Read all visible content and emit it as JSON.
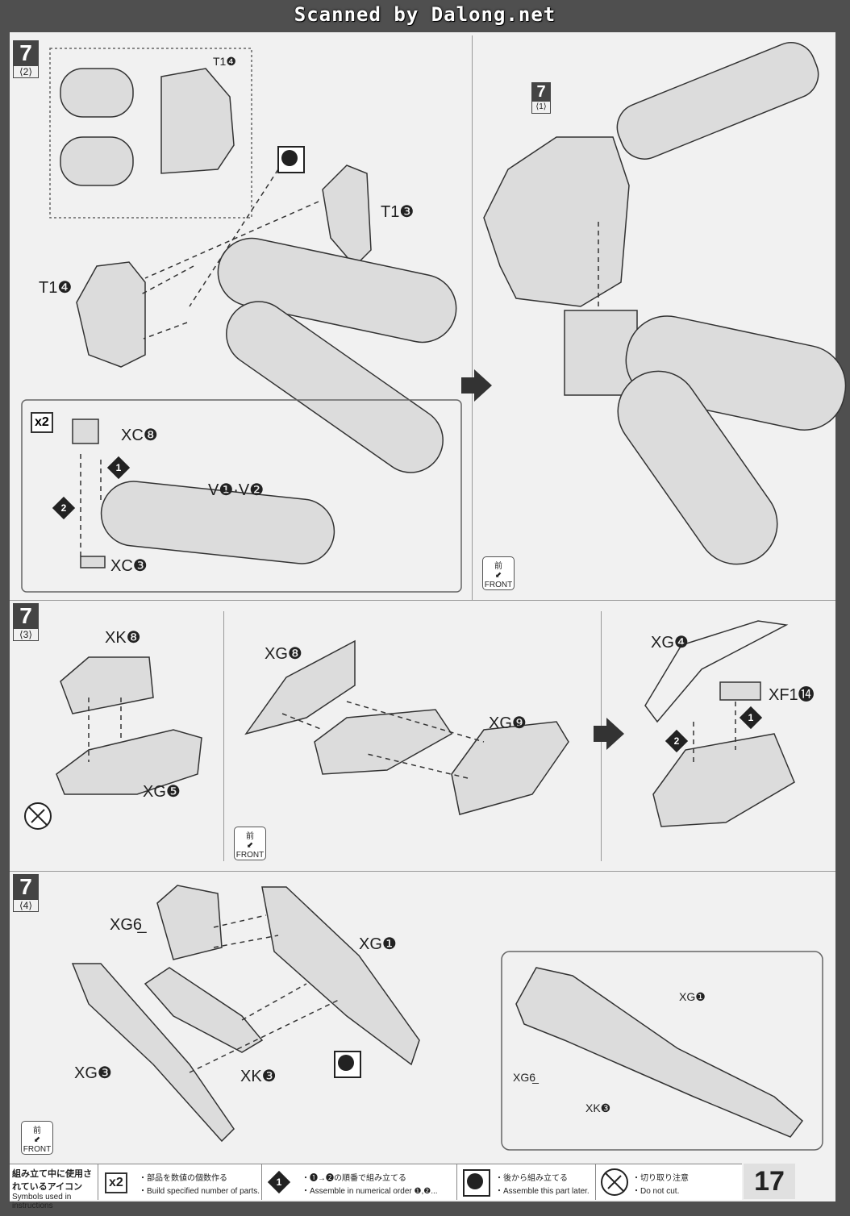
{
  "banner": "Scanned by Dalong.net",
  "page_number": "17",
  "steps": {
    "s2": {
      "num": "7",
      "sub": "⟨2⟩"
    },
    "s1ref": {
      "num": "7",
      "sub": "⟨1⟩"
    },
    "s3": {
      "num": "7",
      "sub": "⟨3⟩"
    },
    "s4": {
      "num": "7",
      "sub": "⟨4⟩"
    }
  },
  "parts": {
    "t1_4_inset": "T1❹",
    "t1_3": "T1❸",
    "t1_4": "T1❹",
    "xc_8": "XC❽",
    "v1_v2": "V❶·V❷",
    "xc_3": "XC❸",
    "xk_8": "XK❽",
    "xg_5": "XG❺",
    "xg_8": "XG❽",
    "xg_9": "XG❾",
    "xg_4": "XG❹",
    "xf1_14": "XF1⓮",
    "xg_6": "XG6̲",
    "xg_1": "XG❶",
    "xg_3": "XG❸",
    "xk_3": "XK❸",
    "inset_xg_1": "XG❶",
    "inset_xg_6": "XG6̲",
    "inset_xk_3": "XK❸"
  },
  "marks": {
    "order1": "1",
    "order2": "2",
    "x2": "x2"
  },
  "front": {
    "kanji": "前",
    "label": "FRONT"
  },
  "legend": {
    "title_jp": "組み立て中に使用されているアイコン",
    "title_en": "Symbols used in instructions",
    "x2_label": "x2",
    "x2_jp": "・部品を数値の個数作る",
    "x2_en": "・Build specified number of parts.",
    "order_label": "1",
    "order_jp": "・❶→❷の順番で組み立てる",
    "order_en": "・Assemble in numerical order ❶,❷...",
    "later_jp": "・後から組み立てる",
    "later_en": "・Assemble this part later.",
    "cut_jp": "・切り取り注意",
    "cut_en": "・Do not cut."
  }
}
